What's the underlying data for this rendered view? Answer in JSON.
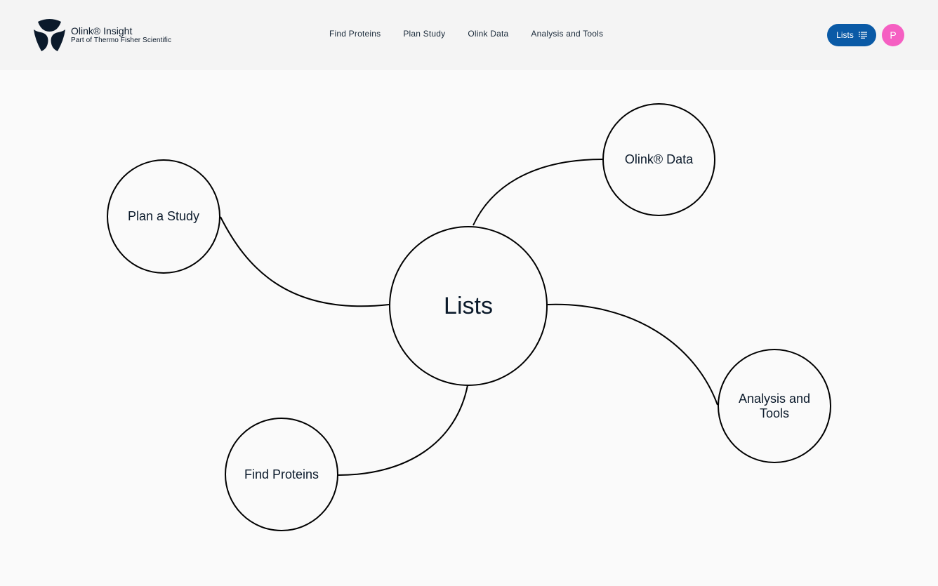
{
  "brand": {
    "title": "Olink® Insight",
    "subtitle": "Part of Thermo Fisher Scientific"
  },
  "nav": {
    "items": [
      "Find Proteins",
      "Plan Study",
      "Olink Data",
      "Analysis and Tools"
    ]
  },
  "header_actions": {
    "lists_label": "Lists",
    "avatar_initial": "P"
  },
  "mindmap": {
    "center": "Lists",
    "olink_data": "Olink® Data",
    "plan_study": "Plan a Study",
    "find_proteins": "Find Proteins",
    "analysis_tools": "Analysis and Tools"
  },
  "colors": {
    "accent": "#0a5aa6",
    "avatar": "#f55fc2",
    "header_bg": "#f4f4f4",
    "page_bg": "#fafafa"
  },
  "icons": {
    "logo": "olink-logo-icon",
    "lists": "list-icon"
  }
}
